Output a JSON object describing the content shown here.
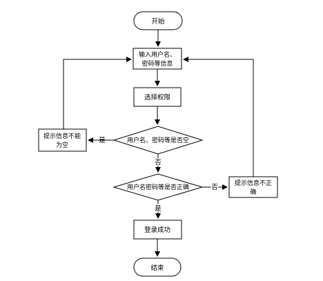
{
  "nodes": {
    "start": "开始",
    "input_line1": "输入用户名、",
    "input_line2": "密码等信息",
    "select_perm": "选择权限",
    "check_empty": "用户名、密码等是否空",
    "prompt_empty_line1": "提示信息不能",
    "prompt_empty_line2": "为空",
    "check_correct": "用户名密码等是否正确",
    "prompt_wrong_line1": "提示信息不正",
    "prompt_wrong_line2": "确",
    "login_success": "登录成功",
    "end": "结束"
  },
  "edges": {
    "empty_yes": "是",
    "empty_no": "否",
    "correct_no": "否",
    "correct_yes": "是"
  }
}
